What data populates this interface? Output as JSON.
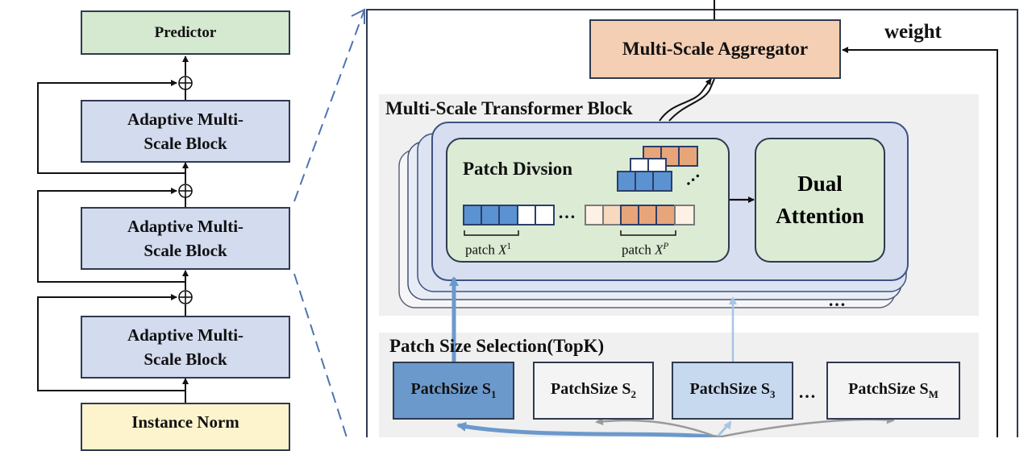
{
  "left_column": {
    "predictor": "Predictor",
    "blocks": [
      "Adaptive Multi-Scale Block",
      "Adaptive Multi-Scale Block",
      "Adaptive Multi-Scale Block"
    ],
    "instance_norm": "Instance Norm",
    "plus_symbol": "⊕"
  },
  "right_panel": {
    "aggregator": "Multi-Scale Aggregator",
    "weight_label": "weight",
    "transformer_title": "Multi-Scale Transformer Block",
    "patch_division": "Patch Divsion",
    "dual_attention": "Dual Attention",
    "patch_label_prefix": "patch",
    "patch_x_first": "X",
    "patch_x_first_sup": "1",
    "patch_x_last": "X",
    "patch_x_last_sup": "P",
    "ellipsis": "…",
    "selection_title": "Patch Size Selection(TopK)",
    "patch_sizes": [
      {
        "label": "PatchSize S",
        "sub": "1"
      },
      {
        "label": "PatchSize S",
        "sub": "2"
      },
      {
        "label": "PatchSize S",
        "sub": "3"
      },
      {
        "label": "PatchSize S",
        "sub": "M"
      }
    ]
  },
  "colors": {
    "predictor": "#d5e8d0",
    "block": "#d3dbee",
    "instance_norm": "#fdf3cd",
    "aggregator": "#f5cfb4",
    "transformer_bg": "#f0f0f0",
    "dual_attention": "#dcebd4",
    "selected_dark": "#6c99cc",
    "selected_light": "#c6d9ef",
    "unselected": "#f4f4f4",
    "cell_dark": "#5b92d2",
    "cell_orange": "#e8a57a",
    "cell_light_orange": "#f7d9c0",
    "cell_pale": "#fdf0e4"
  }
}
